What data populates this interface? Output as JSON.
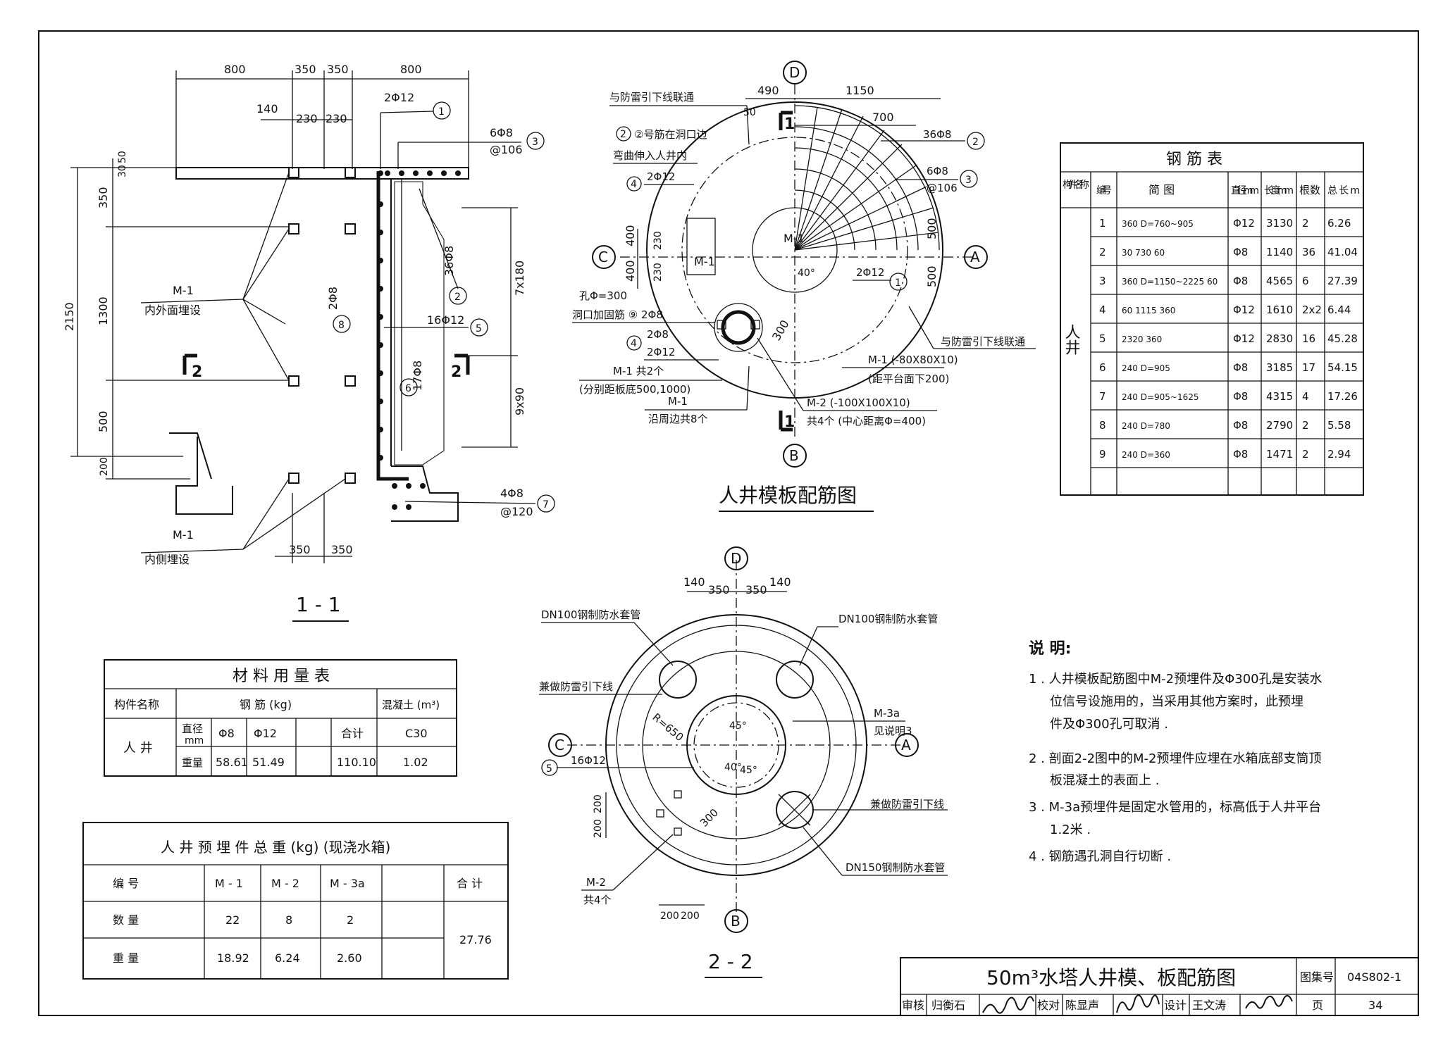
{
  "title_block": {
    "drawing_title": "50m³水塔人井模、板配筋图",
    "atlas_label": "图集号",
    "atlas_no": "04S802-1",
    "review_label": "审核",
    "reviewer": "归衡石",
    "check_label": "校对",
    "checker": "陈显声",
    "design_label": "设计",
    "designer": "王文涛",
    "page_label": "页",
    "page_no": "34"
  },
  "section_1_1": {
    "title": "1 - 1",
    "dims_top": [
      "800",
      "350",
      "350",
      "800"
    ],
    "dims_top2": [
      "140",
      "230",
      "230"
    ],
    "dims_left": [
      "30",
      "50",
      "350",
      "1300",
      "500",
      "200"
    ],
    "dim_total": "2150",
    "dims_right": [
      "7x180",
      "9x90"
    ],
    "dims_bottom": [
      "350",
      "350"
    ],
    "labels": {
      "m1_a": "M-1",
      "m1_a_note": "内外面埋设",
      "m1_b": "M-1",
      "m1_b_note": "内侧埋设",
      "cut_left": "2",
      "cut_right": "2",
      "r1": "2Φ12",
      "r3_a": "6Φ8",
      "r3_b": "@106",
      "r2": "36Φ8",
      "r5": "16Φ12",
      "r6": "17Φ8",
      "r8": "2Φ8",
      "r7_a": "4Φ8",
      "r7_b": "@120"
    },
    "markers": [
      "1",
      "2",
      "3",
      "5",
      "6",
      "7",
      "8"
    ]
  },
  "plan_manhole": {
    "title": "人井模板配筋图",
    "axes": [
      "D",
      "A",
      "B",
      "C"
    ],
    "dims": [
      "490",
      "1150",
      "700",
      "50",
      "400",
      "400",
      "230",
      "230",
      "500",
      "500",
      "300",
      "40°"
    ],
    "notes": {
      "n1": "与防雷引下线联通",
      "n2a": "②号筋在洞口边",
      "n2b": "弯曲伸入人井内",
      "n3": "2Φ12",
      "n4a": "孔Φ=300",
      "n4b": "洞口加固筋 ⑨ 2Φ8",
      "n5": "2Φ8",
      "n6": "2Φ12",
      "n7a": "M-1  共2个",
      "n7b": "(分别距板底500,1000)",
      "n8a": "M-1",
      "n8b": "沿周边共8个",
      "n9": "36Φ8",
      "n10a": "6Φ8",
      "n10b": "@106",
      "n11": "2Φ12",
      "n12": "与防雷引下线联通",
      "n13a": "M-1 (-80X80X10)",
      "n13b": "(距平台面下200)",
      "n14a": "M-2   (-100X100X10)",
      "n14b": "共4个  (中心距离Φ=400)",
      "m1": "M-1",
      "m1b": "M-1",
      "cut1": "1",
      "cut2": "1"
    },
    "markers": [
      "2",
      "4",
      "3",
      "1",
      "9",
      "4"
    ]
  },
  "section_2_2": {
    "title": "2 - 2",
    "axes": [
      "D",
      "A",
      "B",
      "C"
    ],
    "dims": [
      "140",
      "350",
      "350",
      "140",
      "200",
      "200",
      "200",
      "200",
      "R=650",
      "45°",
      "45°",
      "40°",
      "300"
    ],
    "notes": {
      "p1": "DN100钢制防水套管",
      "p2": "DN100钢制防水套管",
      "p3": "兼做防雷引下线",
      "p4": "M-3a",
      "p5": "见说明3",
      "p6": "16Φ12",
      "p7": "兼做防雷引下线",
      "p8": "DN150钢制防水套管",
      "p9a": "M-2",
      "p9b": "共4个"
    },
    "marker": "5"
  },
  "rebar_table": {
    "title": "钢    筋    表",
    "headers": [
      "构件名称",
      "编号",
      "简    图",
      "直径mm",
      "长度mm",
      "根数",
      "总长m"
    ],
    "member": "人井",
    "rows": [
      {
        "no": "1",
        "shape": "360 D=760~905",
        "dia": "Φ12",
        "len": "3130",
        "count": "2",
        "total": "6.26"
      },
      {
        "no": "2",
        "shape": "30 730 60",
        "dia": "Φ8",
        "len": "1140",
        "count": "36",
        "total": "41.04"
      },
      {
        "no": "3",
        "shape": "360 D=1150~2225 60",
        "dia": "Φ8",
        "len": "4565",
        "count": "6",
        "total": "27.39"
      },
      {
        "no": "4",
        "shape": "60 1115 360",
        "dia": "Φ12",
        "len": "1610",
        "count": "2x2",
        "total": "6.44"
      },
      {
        "no": "5",
        "shape": "2320 360",
        "dia": "Φ12",
        "len": "2830",
        "count": "16",
        "total": "45.28"
      },
      {
        "no": "6",
        "shape": "240 D=905",
        "dia": "Φ8",
        "len": "3185",
        "count": "17",
        "total": "54.15"
      },
      {
        "no": "7",
        "shape": "240 D=905~1625",
        "dia": "Φ8",
        "len": "4315",
        "count": "4",
        "total": "17.26"
      },
      {
        "no": "8",
        "shape": "240 D=780",
        "dia": "Φ8",
        "len": "2790",
        "count": "2",
        "total": "5.58"
      },
      {
        "no": "9",
        "shape": "240 D=360",
        "dia": "Φ8",
        "len": "1471",
        "count": "2",
        "total": "2.94"
      }
    ]
  },
  "material_table": {
    "title": "材 料 用 量 表",
    "col_member": "构件名称",
    "col_rebar": "钢     筋   (kg)",
    "col_concrete": "混凝土 (m³)",
    "dia_label": "直径",
    "mm": "mm",
    "weight_label": "重量",
    "member": "人 井",
    "phi8": "Φ8",
    "phi12": "Φ12",
    "sum_label": "合计",
    "grade": "C30",
    "w8": "58.61",
    "w12": "51.49",
    "wsum": "110.10",
    "concrete": "1.02"
  },
  "embed_table": {
    "title": "人 井 预 埋 件 总 重 (kg) (现浇水箱)",
    "col_no": "编    号",
    "col_count": "数    量",
    "col_weight": "重    量",
    "col_total": "合    计",
    "items": [
      "M - 1",
      "M - 2",
      "M - 3a"
    ],
    "counts": [
      "22",
      "8",
      "2"
    ],
    "weights": [
      "18.92",
      "6.24",
      "2.60"
    ],
    "total": "27.76"
  },
  "notes": {
    "title": "说    明:",
    "lines": [
      "1 . 人井模板配筋图中M-2预埋件及Φ300孔是安装水",
      "位信号设施用的，当采用其他方案时，此预埋",
      "件及Φ300孔可取消 .",
      "2 . 剖面2-2图中的M-2预埋件应埋在水箱底部支筒顶",
      "板混凝土的表面上 .",
      "3 . M-3a预埋件是固定水管用的，标高低于人井平台",
      "1.2米 .",
      "4 . 钢筋遇孔洞自行切断 ."
    ]
  }
}
